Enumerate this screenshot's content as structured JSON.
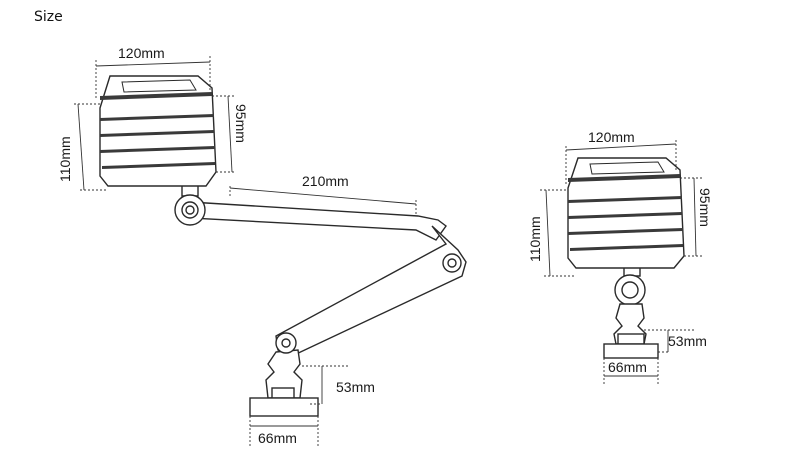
{
  "page": {
    "title": "Size"
  },
  "dimensions": {
    "left": {
      "width": "120mm",
      "height_total": "110mm",
      "height_head": "95mm",
      "arm": "210mm",
      "base_height": "53mm",
      "base_width": "66mm"
    },
    "right": {
      "width": "120mm",
      "height_total": "110mm",
      "height_head": "95mm",
      "base_height": "53mm",
      "base_width": "66mm"
    }
  }
}
